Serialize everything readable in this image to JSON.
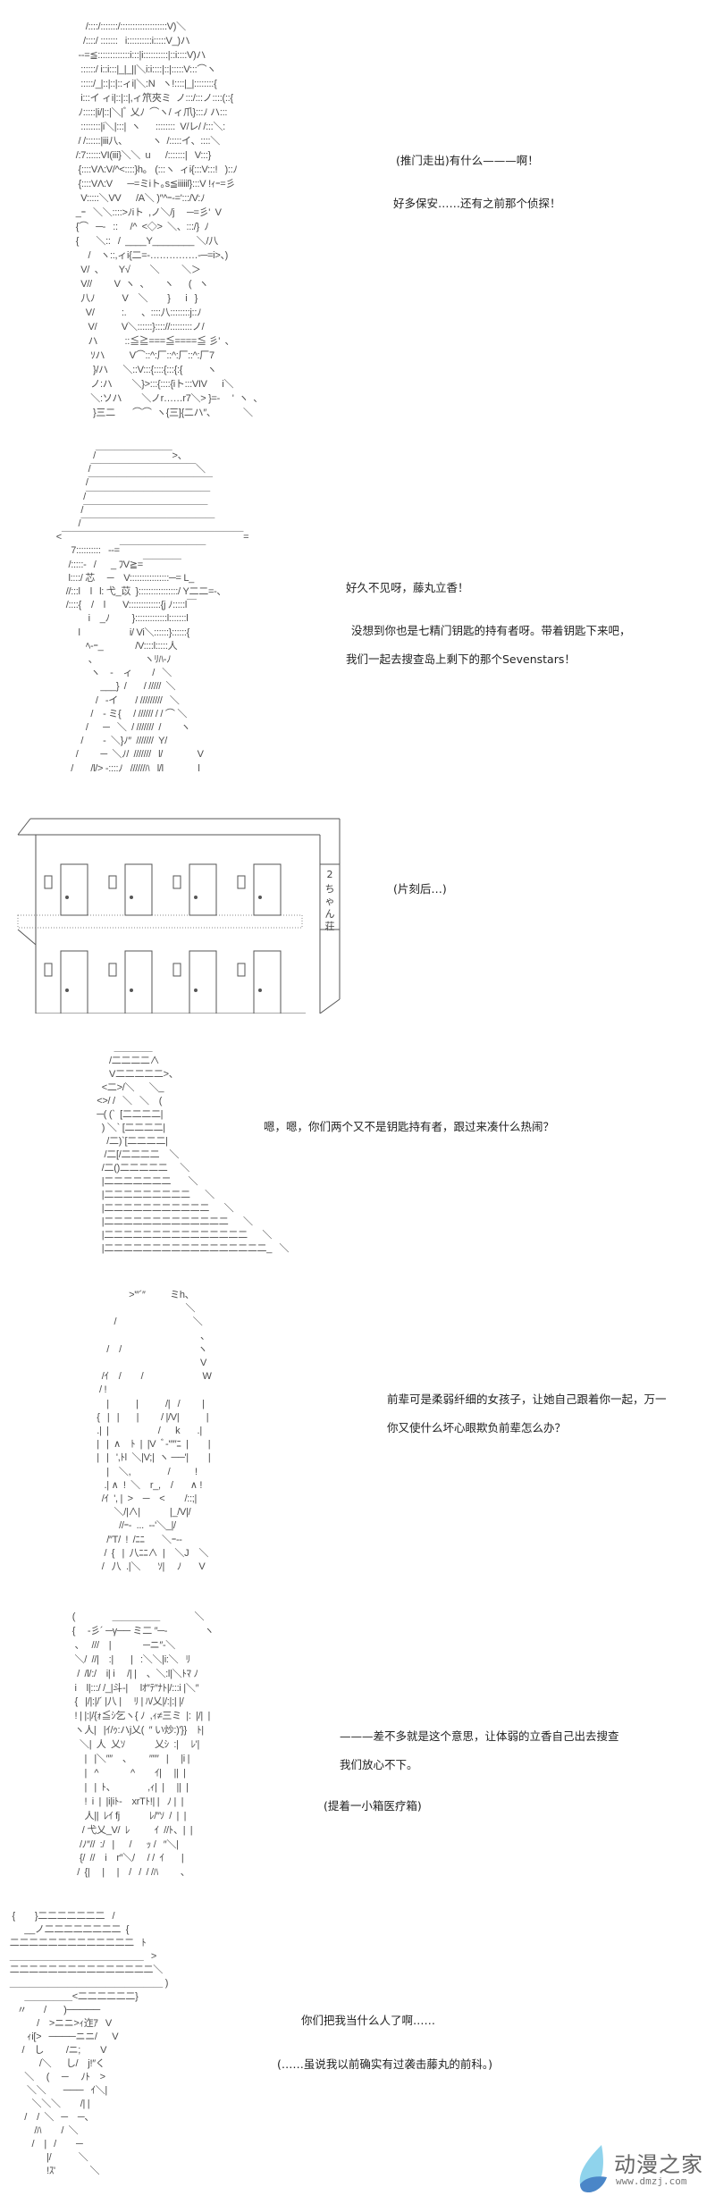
{
  "panels": [
    {
      "art": [
        "     /::::/:::::::/:::::::::::::::::::V)＼",
        "    /::::/ :::::::   i::::::::::i:::::V_)ハ",
        "  --=≦:::::::::::::i:::|i::::::::::|::i::::V)ハ",
        "   ::::::/ i::i:::|_|_||＼i:i::::|::|:::::V:::⌒ヽ",
        "   :::::/_|::|::|::ィi|＼:N   ヽ!::::|_|::::::::{",
        "   i:::イ ィi|::|::|,ィ笊夾ミ  ノ:::/:::ノ::::(::{",
        "  ﾉ:::::|i/|::|＼|ﾞ 乂ﾉ  ⌒ヽ/ ィ爪}:::ﾉ ハ:::",
        "   ::::::::|i＼|:::|  ヽ      ::::::::  V/レ/ /:::＼:",
        "  / /::::::|iii八、          ヽ  /:::::イ、::::＼",
        " /:7::::::VI(iii}＼＼  u      /:::::::|   V:::}",
        "  {::::VΛ:V/^<::::}h｡   (:::ヽ  ィi{:::V:::!   )::ﾉ",
        "  {::::VΛ:V      ─=ミiト｡s≦iiiiil}:::V !ｨｰ=彡",
        "   V:::::＼VV      /A＼ )″^ｰ-=':::/V:ﾉ",
        " _ｰ   ＼＼::::>ﾉiト  ,ノ＼/j     ─=彡'  V",
        " {⌒   ─-   ::     /^  <◇>  ＼、:::/}  ﾉ",
        " {       ＼::   /  ____Y________ ＼/八",
        "      /    ヽ::,ィi{二=‐……………‐─=i>、)",
        "   V/  、      Y√        ＼         ＼＞",
        "   V//         V  ヽ  、      ヽ      (   ヽ",
        "   八ﾉ           V    ＼        }      i   }",
        "     V/           :.      、::::八::::::::j::ﾉ",
        "      V/          V＼::::::}:::://:::::::::ノ/",
        "      ハ           ::≦≧===≦====≦ 彡'  、",
        "       ｿハ          V⌒::^:厂::^:厂::^:厂7",
        "        }/ハ      ＼::V:::{::::{:::{:{          ヽ",
        "       ノ:ハ        ＼}>:::{::::{iト:::VIV      i＼",
        "       ＼:ソハ        ＼ノr……r7＼> }=-     '  ヽ  、",
        "        }三二       ⌒⌒  ヽ{三]{二ハ″、           ＼"
      ],
      "lines": [
        "(推门走出)有什么———啊！",
        "好多保安……还有之前那个侦探！"
      ]
    },
    {
      "art": [
        "                /￣￣￣￣￣￣￣￣>、",
        "              /￣￣￣￣￣￣￣￣￣￣￣＼",
        "             /￣￣￣￣￣￣￣￣￣￣￣￣￣",
        "            /￣￣￣￣￣￣￣￣￣￣￣￣￣",
        "           /￣￣￣￣￣￣￣￣￣￣￣￣￣",
        "          /￣￣￣￣￣￣￣￣￣￣￣￣￣￣",
        " <￣￣￣￣￣￣￣￣￣￣￣￣￣￣￣￣￣￣￣=",
        "       7::::::::::   --=￣￣￣￣￣￣￣￣￣",
        "      /:::::-   /      _ ﾌV≧=￣￣￣￣",
        "      l::::/ 芯     ─    V::::::::::::::::─= L_",
        "     //:::l    l   l: 弋_苡  }::::::::::::::::/ Y二二=-、",
        "     /::::{    /    l       V:::::::::::::{j ﾉ:::::l￣",
        "              i    _ﾉ         }:::::::::::::l:::::::l",
        "          l                    i/ Vi＼::::::}::::::{",
        "             ﾍ‐ｰ_             /V::::l:::::人",
        "              、                   ヽﾘﾊ-ﾉ",
        "               ヽ    -    ィ        /   ＼",
        "                   ___}  /       / /////  ＼",
        "                 /   ‐イ       / /////////   ＼",
        "               /    - ミ{     / ////// / / ⌒ ＼",
        "             /      ─   ＼  / ///////  /        ヽ",
        "           /        -  ＼}ﾉ″  ///////  Y/",
        "         /         ─  ＼ﾉ/  ///////   l/              V",
        "       /       /l/> -::::ﾉ   //////ﾊ   l/l              l"
      ],
      "lines": [
        "好久不见呀，藤丸立香！",
        "没想到你也是七精门钥匙的持有者呀。带着钥匙下来吧，",
        "我们一起去搜查岛上剩下的那个Sevenstars！"
      ]
    },
    {
      "sign": [
        "2",
        "ち",
        "ゃ",
        "ん",
        "荘"
      ],
      "lines": [
        "(片刻后…)"
      ]
    },
    {
      "art": [
        "          ＿＿＿＿",
        "        /二二二二∧",
        "        V二二二二二>、",
        "     <二>/＼      ＼_",
        "   <>/ /   ＼   ＼    (",
        "   ─( (`  [二二二二|",
        "     ) ＼` [二二二二|",
        "       /二)`[二二二二|",
        "      /二[/二二二二    ＼",
        "     /二()二二二二二     ＼",
        "     |二二二二二二二       ＼",
        "     |二二二二二二二二二      ＼",
        "     |二二二二二二二二二二二      ＼",
        "     |二二二二二二二二二二二二二      ＼",
        "     |二二二二二二二二二二二二二二二      ＼",
        "     |二二二二二二二二二二二二二二二二二_   ＼"
      ],
      "lines": [
        "嗯，嗯，你们两个又不是钥匙持有者，跟过来凑什么热闹？"
      ]
    },
    {
      "art": [
        "                >'″´″          ミh、",
        "                                       ＼",
        "          /                               ＼",
        "                                             、",
        "       /    /                               ヽ",
        "                                             V",
        "     /ｲ    /        /                        W",
        "    / !",
        "       |           |           /|   /         |",
        "   {   |   |       |         / |/V|           |",
        "   .|  |                    /      k       .|",
        "   |   |  ∧    ﾄ  |  |V  ﾞ‐'″″ﾆ  |        |",
        "   |   |   ',ﾄl  ＼|V;|  ヽ ──'|        |",
        "       |    ＼,               /          !",
        "      .| ∧  !  ＼    r_,    /       ∧ !",
        "     /ｲ  ', |  >    ─    <        /::;|",
        "          ＼/|∧|            |_/V|/",
        "            //ｰ-  ...  --'＼_|/",
        "       /″T/  !  /ﾆﾆ       ＼ｰ--",
        "      /  {   |  八ﾆﾆ∧  |    ＼J    ＼",
        "     /   八  .|＼       ｿ|     ﾉ       V"
      ],
      "lines": [
        "前辈可是柔弱纤细的女孩子，让她自己跟着你一起，万一",
        "你又使什么坏心眼欺负前辈怎么办？"
      ]
    },
    {
      "art": [
        " (               ＿＿＿＿＿              ＼",
        " {     -彡´ ─γ── ミ二 ″─-               ヽ",
        "  、   ///    |             ─ニ″-＼",
        "  ＼/  //|    :|       |   :＼＼|i:＼   ﾘ",
        "   /  /l/:/    i| i     /| |    、＼:l|＼ﾄﾏ ﾉ",
        "  i    l|:::/ /_|斗-|     lｵ″ﾃ″ﾅﾄ|/:::i |＼″",
        "  {   |/|:|/´ |八 |     ﾘ | ﾊ/乂|/:|:| |/",
        "  ! | |:|/{ｫ≦ｼ乞ヽ{ ﾉ  ,ｨ≠三ミ  |:  |/|  |",
        "  ヽ人|   |ｲ/ｩ:ハj乂(  ″ い炒:)'}}    ﾄ|",
        "    ＼|  人  乂ｿ            乂ｼ  :|     ﾚ'|",
        "      |   |＼″″    、       ″″″   |     |i |",
        "      |   ^             ^        ｲ|     ||  |",
        "      |   |  ﾄ、             ,ｨ|  |     ||  |",
        "      !  i  |  |i|iﾄ-    xrTﾄ!| |   ﾉ |  |",
        "      人||  ﾚｲ fj            ﾚ/″ｿ  /  |  |",
        "     / 弋乂_V/  ﾚ          ｲ  //ﾄ、|  |",
        "    /ﾉ″//  :/   |      /      ｯ /   ″＼|",
        "    {/  //    i    r″＼/     / /  ｲ       |",
        "   /  {|     |     |    /   /  / /ﾊ         、"
      ],
      "lines": [
        "———差不多就是这个意思，让体弱的立香自己出去搜查",
        "我们放心不下。",
        "(提着一小箱医疗箱)"
      ]
    },
    {
      "art": [
        "  {        }二二二二二二二   /",
        "       __ノ二二二二二二二二  {",
        " 二二二二二二二二二二二二二   ﾄ",
        " ＿＿＿＿＿＿＿＿＿＿＿＿＿＿   >",
        " 二二二二二二二二二二二二二二二＼",
        " ＿＿＿＿＿＿＿＿＿＿＿＿＿＿＿＿ )",
        "       ＿＿＿＿＿<二二二二二二}",
        "    〃       /       )─────",
        "            /    >ニニ>ｨ迮ｱ   V",
        "        ｨi[>   ────ニニ/      V",
        "      /    し         /ニ;        V",
        "             /＼      し/    j!″く",
        "       ＼     (     ─     ﾉﾄ    >",
        "        ＼＼       ───   ｲ＼|",
        "          ＼＼＼        /| |",
        "       /    /  ＼   ─    ─、",
        "           /ﾊ        /  ＼",
        "          /    |   /        ─",
        "                |/           ＼",
        "                !ｽ'              ＼"
      ],
      "lines": [
        "你们把我当什么人了啊……",
        "(……虽说我以前确实有过袭击藤丸的前科。)"
      ]
    }
  ],
  "watermark": {
    "name": "动漫之家",
    "url": "www.dmzj.com",
    "colors": {
      "leaf_light": "#8fd3ec",
      "leaf_dark": "#4a86c8",
      "text": "#666666"
    }
  }
}
